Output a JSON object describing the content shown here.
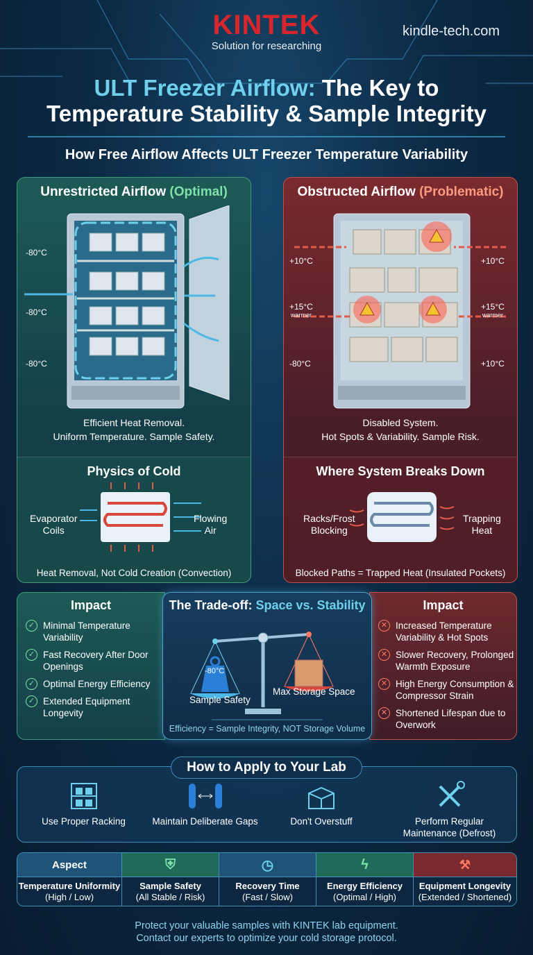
{
  "header": {
    "logo": "KINTEK",
    "tagline": "Solution for researching",
    "site": "kindle-tech.com"
  },
  "title": {
    "highlight": "ULT Freezer Airflow:",
    "rest": " The Key to",
    "line2": "Temperature Stability & Sample Integrity"
  },
  "subtitle": "How Free Airflow Affects ULT Freezer Temperature Variability",
  "left": {
    "title": "Unrestricted Airflow ",
    "title_tag": "(Optimal)",
    "temps": [
      "-80°C",
      "-80°C",
      "-80°C"
    ],
    "caption": [
      "Efficient Heat Removal.",
      "Uniform Temperature. Sample Safety."
    ],
    "section_title": "Physics of Cold",
    "label_left": [
      "Evaporator",
      "Coils"
    ],
    "label_right": [
      "Flowing",
      "Air"
    ],
    "bottom": "Heat Removal, Not Cold Creation (Convection)"
  },
  "right": {
    "title": "Obstructed Airflow ",
    "title_tag": "(Problematic)",
    "temps_left": [
      "+10°C",
      "+15°C",
      "-80°C"
    ],
    "temps_right": [
      "+10°C",
      "+15°C",
      "+10°C"
    ],
    "warmer": "warmer",
    "caption": [
      "Disabled System.",
      "Hot Spots & Variability. Sample Risk."
    ],
    "section_title": "Where System Breaks Down",
    "label_left": [
      "Racks/Frost",
      "Blocking"
    ],
    "label_right": [
      "Trapping",
      "Heat"
    ],
    "bottom": "Blocked Paths = Trapped Heat (Insulated Pockets)"
  },
  "impact_good": {
    "title": "Impact",
    "items": [
      "Minimal Temperature Variability",
      "Fast Recovery After Door Openings",
      "Optimal Energy Efficiency",
      "Extended Equipment Longevity"
    ]
  },
  "impact_bad": {
    "title": "Impact",
    "items": [
      "Increased Temperature Variability & Hot Spots",
      "Slower Recovery, Prolonged Warmth Exposure",
      "High Energy Consumption & Compressor Strain",
      "Shortened Lifespan due to Overwork"
    ]
  },
  "tradeoff": {
    "title": "The Trade-off: ",
    "title_hl": "Space vs. Stability",
    "weight": "-80°C",
    "left": "Sample Safety",
    "right": "Max Storage Space",
    "bottom": "Efficiency = Sample Integrity, NOT Storage Volume"
  },
  "apply": {
    "title": "How to Apply to Your Lab",
    "items": [
      "Use Proper Racking",
      "Maintain Deliberate Gaps",
      "Don't Overstuff",
      "Perform Regular Maintenance (Defrost)"
    ]
  },
  "table": {
    "header": "Aspect",
    "icons": [
      "shield-check-icon",
      "clock-icon",
      "lightning-icon",
      "tools-icon"
    ],
    "cols": [
      {
        "t": "Temperature Uniformity",
        "v": "(High / Low)"
      },
      {
        "t": "Sample Safety",
        "v": "(All Stable / Risk)"
      },
      {
        "t": "Recovery Time",
        "v": "(Fast / Slow)"
      },
      {
        "t": "Energy Efficiency",
        "v": "(Optimal / High)"
      },
      {
        "t": "Equipment Longevity",
        "v": "(Extended / Shortened)"
      }
    ]
  },
  "footer": [
    "Protect your valuable samples with KINTEK lab equipment.",
    "Contact our experts to optimize your cold storage protocol."
  ],
  "colors": {
    "brand": "#d9262c",
    "accent": "#6fd0ec",
    "good": "#7fe0a8",
    "bad": "#ff7a66"
  }
}
